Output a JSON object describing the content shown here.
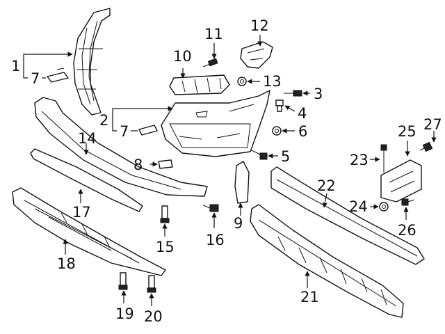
{
  "callouts": {
    "c1": "1",
    "c2": "2",
    "c3": "3",
    "c4": "4",
    "c5": "5",
    "c6": "6",
    "c7a": "7",
    "c7b": "7",
    "c8": "8",
    "c9": "9",
    "c10": "10",
    "c11": "11",
    "c12": "12",
    "c13": "13",
    "c14": "14",
    "c15": "15",
    "c16": "16",
    "c17": "17",
    "c18": "18",
    "c19": "19",
    "c20": "20",
    "c21": "21",
    "c22": "22",
    "c23": "23",
    "c24": "24",
    "c25": "25",
    "c26": "26",
    "c27": "27"
  }
}
